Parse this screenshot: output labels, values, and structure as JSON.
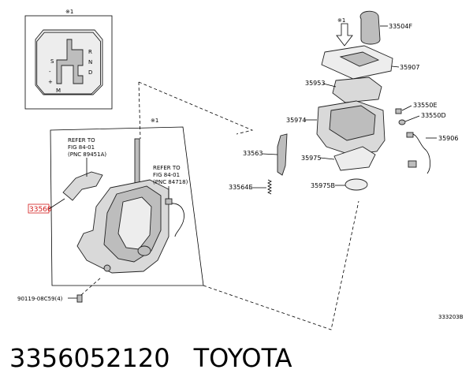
{
  "inset": {
    "note": "※1",
    "gates": [
      "R",
      "N",
      "D",
      "S",
      "-",
      "+",
      "M"
    ]
  },
  "main_box_note": "※1",
  "refer1": [
    "REFER TO",
    "FIG 84-01",
    "(PNC 89451A)"
  ],
  "refer2": [
    "REFER TO",
    "FIG 84-01",
    "(PNC 84718)"
  ],
  "highlighted_part": "33560",
  "parts": {
    "p1": "33504F",
    "p2": "35907",
    "p3": "35953",
    "p4": "33550E",
    "p5": "35974",
    "p6": "33550D",
    "p7": "35906",
    "p8": "33563",
    "p9": "35975",
    "p10": "33564E",
    "p11": "35975B",
    "p12": "90119-08C59(4)"
  },
  "diagram_code": "333203B",
  "caption": {
    "part_number": "3356052120",
    "brand": "TOYOTA"
  },
  "colors": {
    "highlight": "#d21a1a",
    "parts_fill": "#d9d9d9",
    "line": "#000000"
  }
}
